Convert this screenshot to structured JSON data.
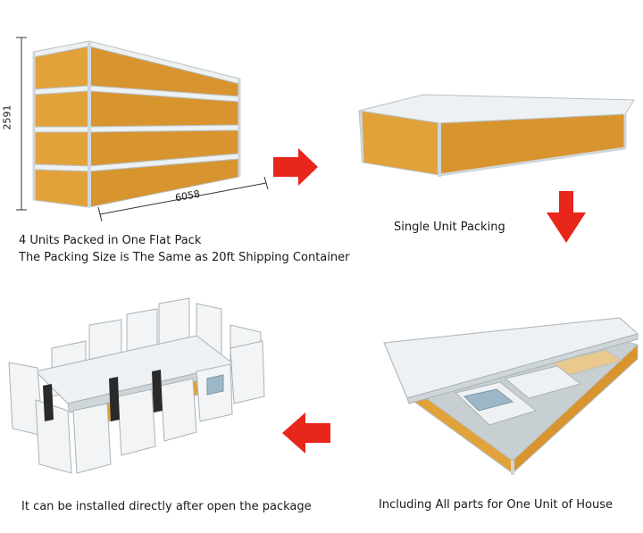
{
  "steps": [
    {
      "id": "flat-pack",
      "caption_lines": [
        "4 Units Packed in One Flat Pack",
        "The Packing Size is The Same as 20ft Shipping Container"
      ],
      "dimensions": {
        "height": "2591",
        "length": "6058"
      },
      "unit_count": 4
    },
    {
      "id": "single-unit",
      "caption_lines": [
        "Single Unit Packing"
      ]
    },
    {
      "id": "all-parts",
      "caption_lines": [
        "Including All parts for  One Unit of House"
      ]
    },
    {
      "id": "installed",
      "caption_lines": [
        "It can be installed directly after open the package"
      ]
    }
  ],
  "flow": [
    "right-arrow",
    "down-arrow",
    "left-arrow"
  ],
  "colors": {
    "arrow": "#e8261c",
    "wood": "#e2a23a",
    "frame": "#dfe6ea",
    "panel": "#f2f4f5"
  }
}
